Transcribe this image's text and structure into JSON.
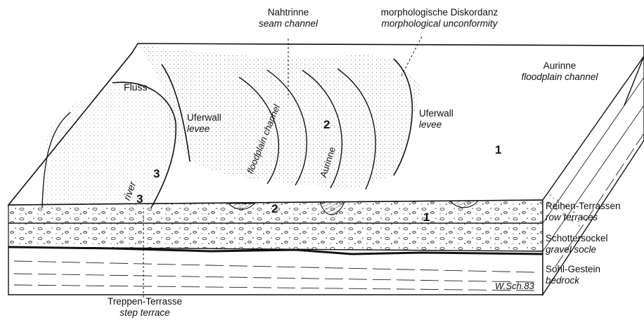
{
  "callouts": {
    "nahtrinne": {
      "de": "Nahtrinne",
      "en": "seam channel"
    },
    "diskordanz": {
      "de": "morphologische Diskordanz",
      "en": "morphological unconformity"
    },
    "aurinne": {
      "de": "Aurinne",
      "en": "floodplain channel"
    },
    "treppen": {
      "de": "Treppen-Terrasse",
      "en": "step terrace"
    }
  },
  "block_labels": {
    "fluss": "Fluss",
    "river": "river",
    "uferwall_left": {
      "de": "Uferwall",
      "en": "levee"
    },
    "uferwall_right": {
      "de": "Uferwall",
      "en": "levee"
    },
    "floodplain_channel_rot": "floodplain channel",
    "aurinne_rot": "Aurinne"
  },
  "numbers": {
    "surface_2": "2",
    "surface_1": "1",
    "surface_3": "3",
    "section_3": "3",
    "section_2": "2",
    "section_1": "1"
  },
  "legend": {
    "reihen": {
      "de": "Reihen-Terrassen",
      "en": "row terraces"
    },
    "schotter": {
      "de": "Schottersockel",
      "en": "gravel socle"
    },
    "sohl": {
      "de": "Sohl-Gestein",
      "en": "bedrock"
    }
  },
  "signature": "W.Sch.83",
  "colors": {
    "ink": "#111111",
    "paper": "#ffffff",
    "stipple": "#555555"
  }
}
